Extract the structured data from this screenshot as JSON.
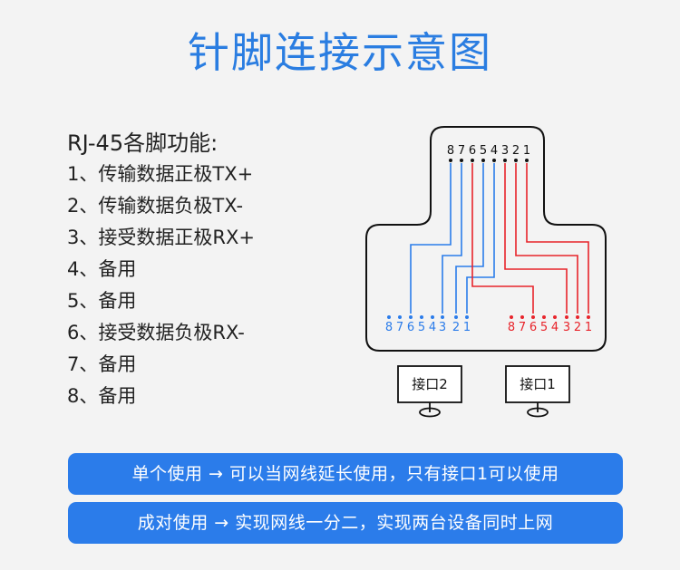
{
  "title": "针脚连接示意图",
  "pins_heading": "RJ-45各脚功能:",
  "pin_functions": [
    "1、传输数据正极TX+",
    "2、传输数据负极TX-",
    "3、接受数据正极RX+",
    "4、备用",
    "5、备用",
    "6、接受数据负极RX-",
    "7、备用",
    "8、备用"
  ],
  "diagram": {
    "top_pins": [
      "8",
      "7",
      "6",
      "5",
      "4",
      "3",
      "2",
      "1"
    ],
    "port2_pins": [
      "8",
      "7",
      "6",
      "5",
      "4",
      "3",
      "2",
      "1"
    ],
    "port1_pins": [
      "8",
      "7",
      "6",
      "5",
      "4",
      "3",
      "2",
      "1"
    ],
    "port2_label": "接口2",
    "port1_label": "接口1",
    "colors": {
      "blue": "#2b7cea",
      "red": "#e8242b",
      "outline": "#111111"
    }
  },
  "banners": {
    "single_use": "单个使用 → 可以当网线延长使用，只有接口1可以使用",
    "paired_use": "成对使用 → 实现网线一分二，实现两台设备同时上网"
  }
}
